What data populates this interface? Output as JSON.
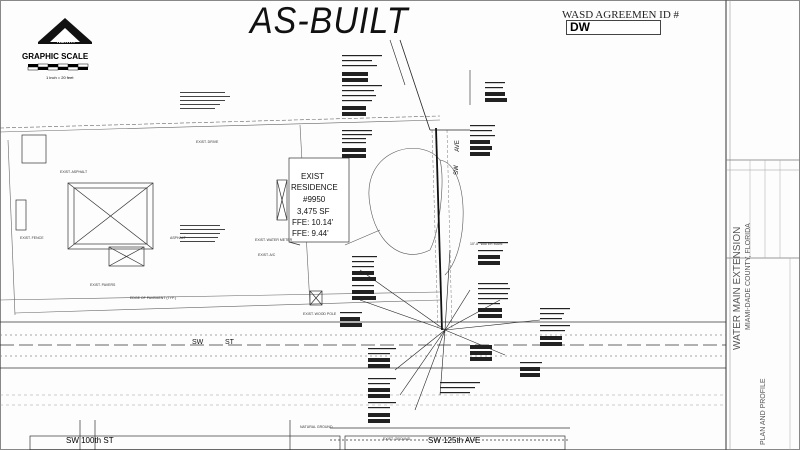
{
  "sheet": {
    "title": "AS-BUILT",
    "wasd_label": "WASD AGREEMEN ID #",
    "wasd_value": "DW"
  },
  "graphic_scale": {
    "north_label": "NORTH",
    "label": "GRAPHIC SCALE",
    "sub": "1 inch = 20 feet"
  },
  "residence": {
    "line1": "EXIST",
    "line2": "RESIDENCE",
    "number": "#9950",
    "area": "3,475 SF",
    "ffe1": "FFE: 10.14'",
    "ffe2": "FFE: 9.44'"
  },
  "streets": {
    "sw_st_prefix": "SW",
    "sw_st_suffix": "ST",
    "sw_100th": "SW 100th ST",
    "sw_125th": "SW 125th AVE",
    "sw_ave_prefix": "SW",
    "sw_ave_suffix": "AVE"
  },
  "title_block": {
    "project1": "WATER MAIN EXTENSION",
    "project2": "MIAMI-DADE COUNTY, FLORIDA",
    "sheet_name": "PLAN AND PROFILE"
  },
  "notes": {
    "exist_fence": "EXIST. FENCE",
    "exist_asphalt": "EXIST. ASPHALT",
    "edge_pavement": "EDGE OF PAVEMENT (TYP.)",
    "exist_pavers": "EXIST. PAVERS",
    "exist_water_meter": "EXIST. WATER METER",
    "exist_ac": "EXIST. A/C",
    "exist_wood_pole": "EXIST. WOOD POLE",
    "exist_drive": "EXIST. DRIVE",
    "water_main": "10\"-8\" WATER MAIN",
    "asphalt": "ASPHALT",
    "natural_ground": "NATURAL GROUND",
    "exist_ground": "EXIST. GROUND"
  }
}
